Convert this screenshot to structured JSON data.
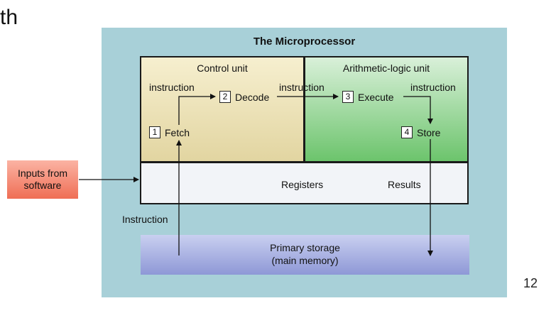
{
  "page": {
    "corner_text": "th",
    "page_number": "12"
  },
  "diagram": {
    "title": "The Microprocessor",
    "control_unit": {
      "label": "Control unit"
    },
    "alu": {
      "label": "Arithmetic-logic unit"
    },
    "steps": [
      {
        "num": "1",
        "label": "Fetch"
      },
      {
        "num": "2",
        "label": "Decode"
      },
      {
        "num": "3",
        "label": "Execute"
      },
      {
        "num": "4",
        "label": "Store"
      }
    ],
    "arrow_labels": {
      "fetch_to_decode": "instruction",
      "decode_to_execute": "instruction",
      "execute_to_store": "instruction",
      "memory_to_fetch": "Instruction"
    },
    "registers": {
      "label": "Registers",
      "results": "Results"
    },
    "primary_storage": {
      "line1": "Primary storage",
      "line2": "(main memory)"
    },
    "inputs": {
      "line1": "Inputs from",
      "line2": "software"
    }
  }
}
